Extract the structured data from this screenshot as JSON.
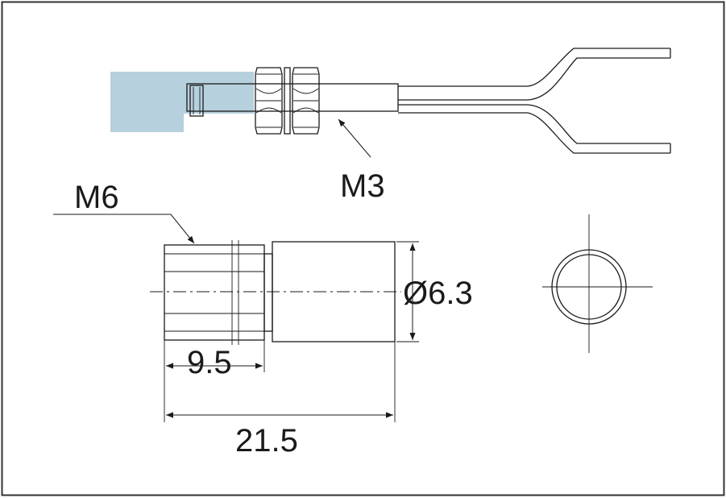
{
  "labels": {
    "thread_main": "M6",
    "thread_small": "M3",
    "diameter": "Ø6.3",
    "dim_short": "9.5",
    "dim_total": "21.5"
  },
  "colors": {
    "highlight": "#b7d0dd",
    "ink": "#1a1a1a",
    "frame": "#333333"
  }
}
